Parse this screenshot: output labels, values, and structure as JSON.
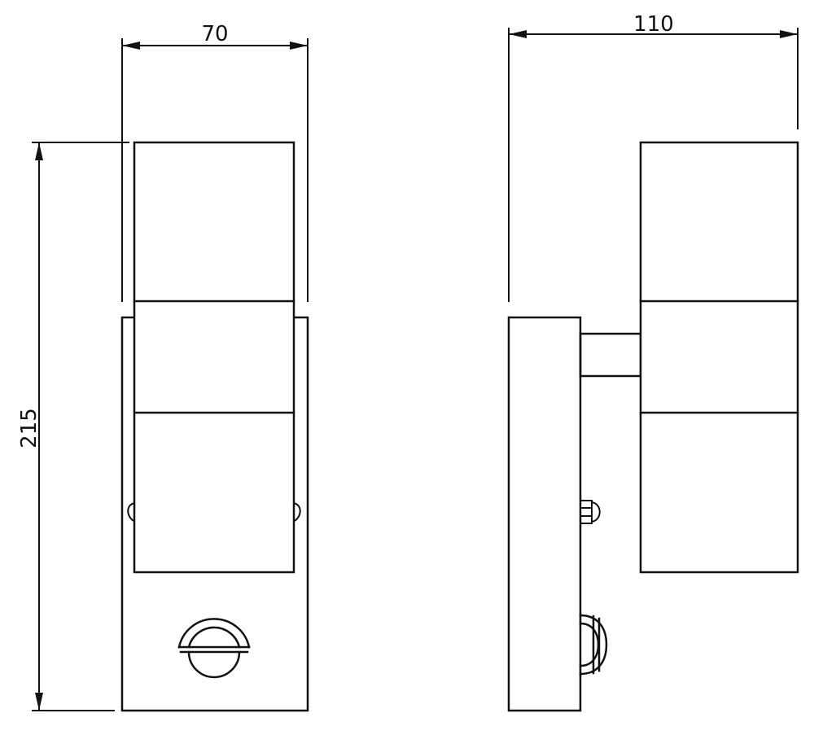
{
  "dimensions": {
    "front_width": "70",
    "side_depth": "110",
    "height": "215"
  },
  "colors": {
    "line": "#111111",
    "background": "#ffffff"
  }
}
